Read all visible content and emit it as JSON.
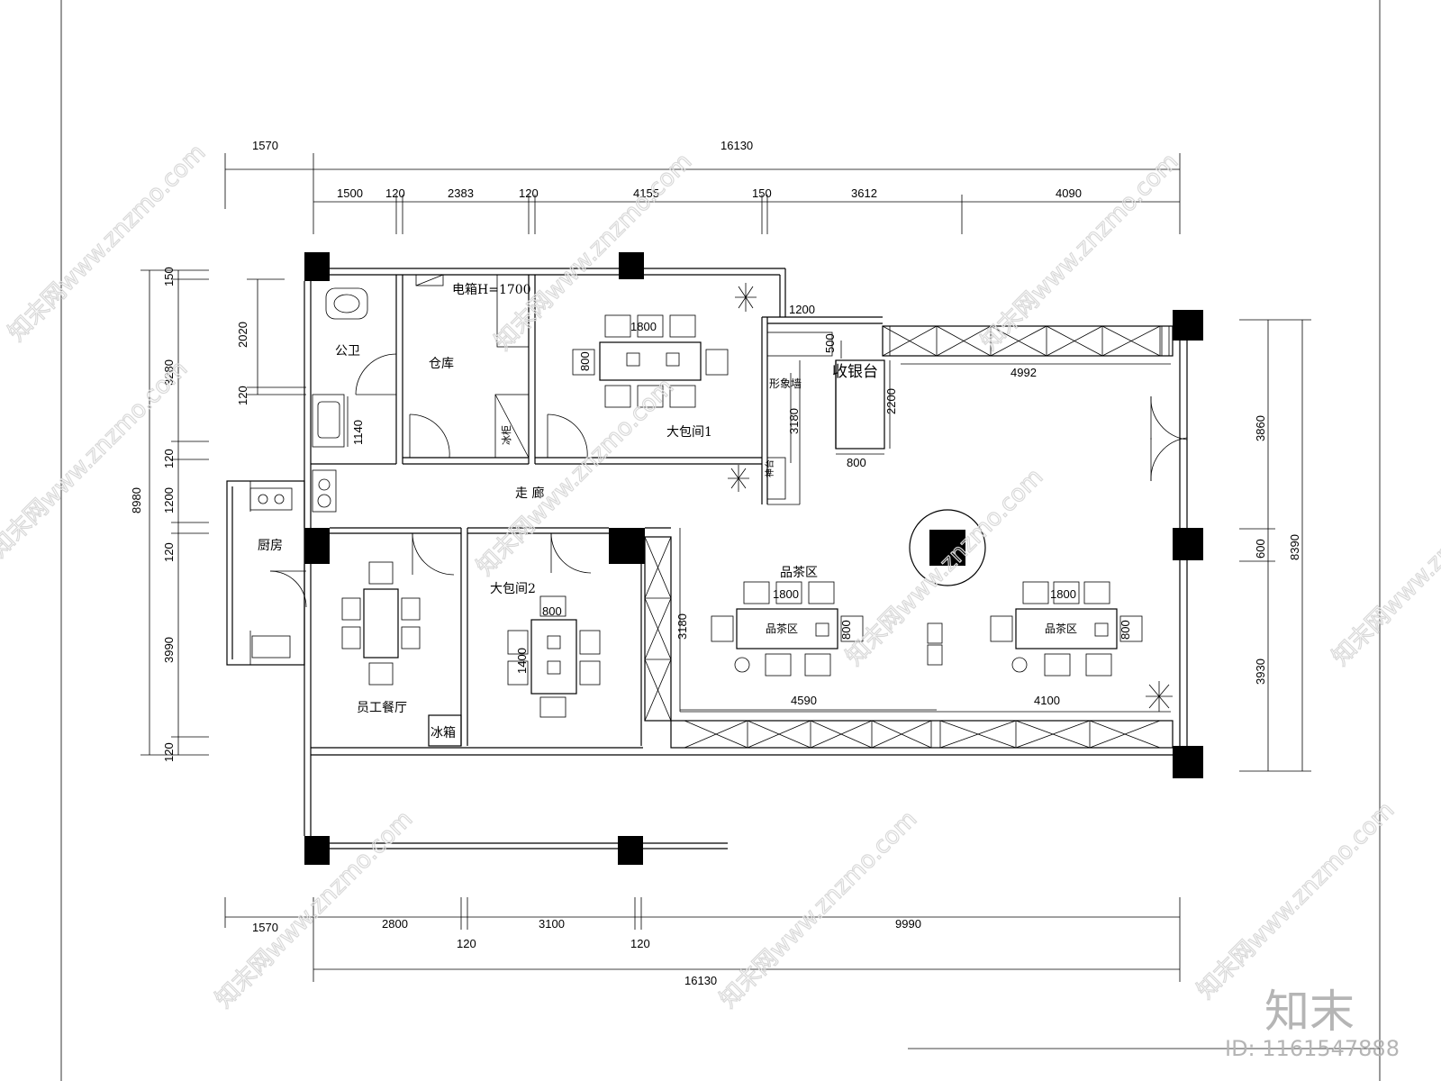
{
  "dimensions": {
    "top_total": "16130",
    "top_left": "1570",
    "top_segments": [
      "1500",
      "120",
      "2383",
      "120",
      "4155",
      "150",
      "3612",
      "4090"
    ],
    "left_total": "8980",
    "left_outer": [
      "150",
      "3280",
      "120",
      "1200",
      "120",
      "3990",
      "120"
    ],
    "left_inner": [
      "2020",
      "120"
    ],
    "right_total": "8390",
    "right_segments": [
      "3860",
      "600",
      "3930"
    ],
    "bottom_left": "1570",
    "bottom_segments": [
      "2800",
      "3100",
      "9990"
    ],
    "bottom_walls": [
      "120",
      "120"
    ],
    "bottom_total": "16130",
    "interior": {
      "d1200": "1200",
      "d500": "500",
      "d2200": "2200",
      "d3180a": "3180",
      "d800a": "800",
      "d4992": "4992",
      "d1140": "1140",
      "d1800_vip1": "1800",
      "d800_vip1": "800",
      "d800_vip2": "800",
      "d1400_vip2": "1400",
      "d3180b": "3180",
      "d1800_t1": "1800",
      "d800_t1": "800",
      "d1800_t2": "1800",
      "d800_t2": "800",
      "d4590": "4590",
      "d4100": "4100"
    }
  },
  "rooms": {
    "electric_box": "电箱H=1700",
    "public_toilet": "公卫",
    "storage": "仓库",
    "vip_room_1": "大包间1",
    "image_wall": "形象墙",
    "cashier": "收银台",
    "corridor": "走  廊",
    "shrine": "神台",
    "kitchen": "厨房",
    "vip_room_2": "大包间2",
    "staff_dining": "员工餐厅",
    "fridge": "冰箱",
    "fridge_small": "冰柜",
    "tea_area_title": "品茶区",
    "tea_area_1": "品茶区",
    "tea_area_2": "品茶区"
  },
  "watermark": {
    "text": "知末网www.znzmo.com",
    "logo": "知末",
    "id": "ID: 1161547888"
  }
}
